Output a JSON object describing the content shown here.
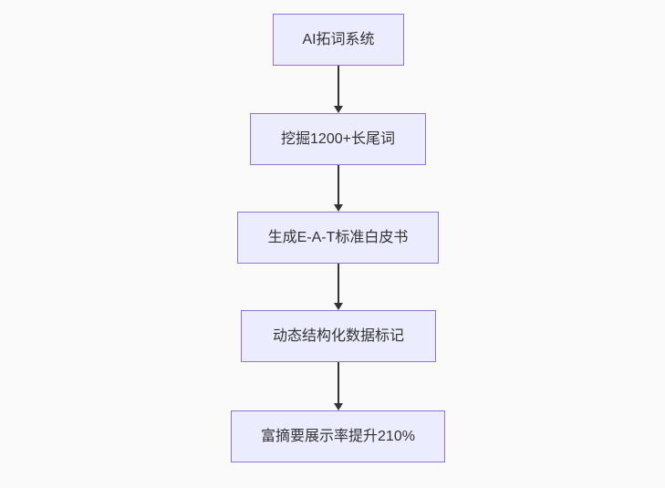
{
  "diagram": {
    "type": "flowchart",
    "direction": "top-down",
    "nodes": [
      {
        "id": "node-1",
        "label": "AI拓词系统"
      },
      {
        "id": "node-2",
        "label": "挖掘1200+长尾词"
      },
      {
        "id": "node-3",
        "label": "生成E-A-T标准白皮书"
      },
      {
        "id": "node-4",
        "label": "动态结构化数据标记"
      },
      {
        "id": "node-5",
        "label": "富摘要展示率提升210%"
      }
    ],
    "edges": [
      {
        "from": "AI拓词系统",
        "to": "挖掘1200+长尾词"
      },
      {
        "from": "挖掘1200+长尾词",
        "to": "生成E-A-T标准白皮书"
      },
      {
        "from": "生成E-A-T标准白皮书",
        "to": "动态结构化数据标记"
      },
      {
        "from": "动态结构化数据标记",
        "to": "富摘要展示率提升210%"
      }
    ],
    "colors": {
      "background": "#fafafa",
      "node_fill": "#ececff",
      "node_border": "#9370db",
      "arrow": "#333333",
      "text": "#333333"
    }
  }
}
